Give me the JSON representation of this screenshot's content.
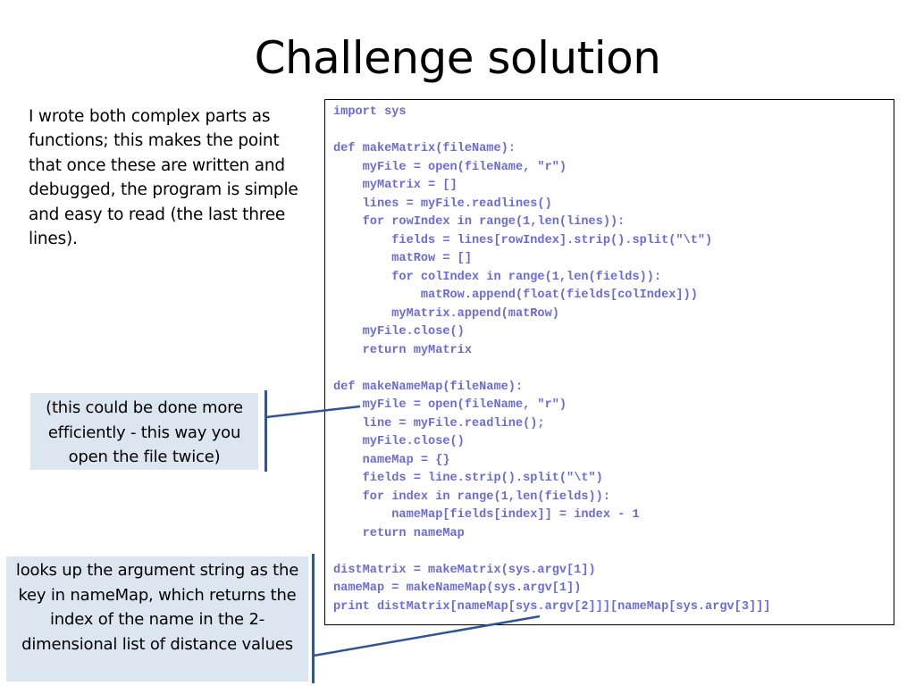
{
  "slide": {
    "title": "Challenge solution",
    "intro_text": "I wrote both complex parts as functions; this makes the point that once these are written and debugged, the program is simple and easy to read (the last three lines)."
  },
  "code": {
    "lines": [
      "import sys",
      "",
      "def makeMatrix(fileName):",
      "    myFile = open(fileName, \"r\")",
      "    myMatrix = []",
      "    lines = myFile.readlines()",
      "    for rowIndex in range(1,len(lines)):",
      "        fields = lines[rowIndex].strip().split(\"\\t\")",
      "        matRow = []",
      "        for colIndex in range(1,len(fields)):",
      "            matRow.append(float(fields[colIndex]))",
      "        myMatrix.append(matRow)",
      "    myFile.close()",
      "    return myMatrix",
      "",
      "def makeNameMap(fileName):",
      "    myFile = open(fileName, \"r\")",
      "    line = myFile.readline();",
      "    myFile.close()",
      "    nameMap = {}",
      "    fields = line.strip().split(\"\\t\")",
      "    for index in range(1,len(fields)):",
      "        nameMap[fields[index]] = index - 1",
      "    return nameMap",
      "",
      "distMatrix = makeMatrix(sys.argv[1])",
      "nameMap = makeNameMap(sys.argv[1])",
      "print distMatrix[nameMap[sys.argv[2]]][nameMap[sys.argv[3]]]"
    ]
  },
  "callouts": {
    "efficiency_note": "(this could be done more efficiently - this way you open the file twice)",
    "lookup_note": "looks up the argument string as the key in nameMap, which returns the index of the name in the 2-dimensional list of distance values"
  },
  "colors": {
    "code_text": "#6b6bd8",
    "callout_bg": "#dce6f0",
    "connector": "#2f5597"
  }
}
